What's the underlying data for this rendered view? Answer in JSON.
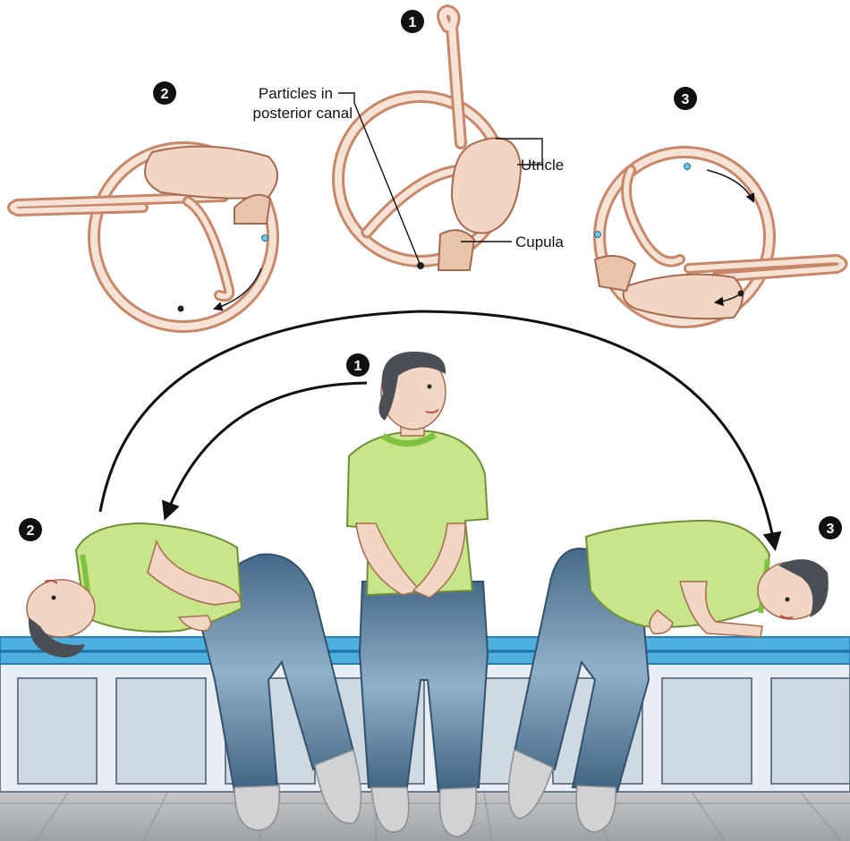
{
  "step_markers": {
    "canal_1": "1",
    "canal_2": "2",
    "canal_3": "3",
    "patient_1": "1",
    "patient_2": "2",
    "patient_3": "3"
  },
  "labels": {
    "particles_line1": "Particles in",
    "particles_line2": "posterior canal",
    "utricle": "Utricle",
    "cupula": "Cupula"
  },
  "colors": {
    "skin": "#f2d6c4",
    "shirt": "#c9e58a",
    "collar": "#7fc241",
    "pants": "#5f86a8",
    "table_top": "#4eb0e0",
    "table_box": "#cfd9e1",
    "hair": "#4a4f55",
    "arrow": "#111111",
    "particle": "#6ec6e8"
  }
}
